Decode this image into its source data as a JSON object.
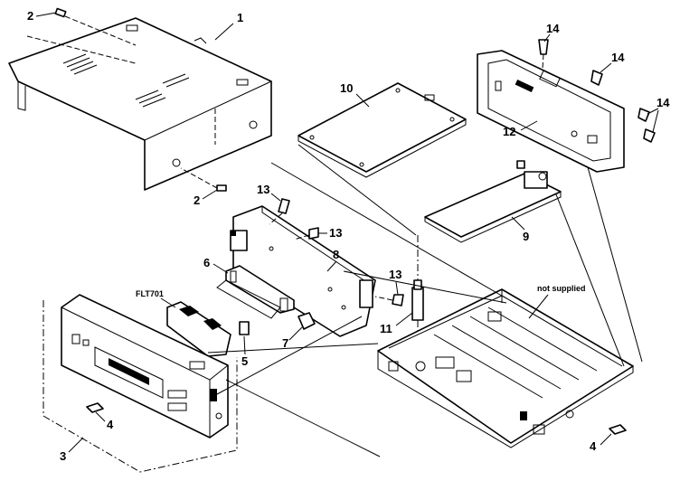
{
  "diagram": {
    "labels": {
      "l1": "1",
      "l2a": "2",
      "l2b": "2",
      "l3": "3",
      "l4a": "4",
      "l4b": "4",
      "l5": "5",
      "l6": "6",
      "l7": "7",
      "l8": "8",
      "l9": "9",
      "l10": "10",
      "l11": "11",
      "l12": "12",
      "l13a": "13",
      "l13b": "13",
      "l13c": "13",
      "l14a": "14",
      "l14b": "14",
      "l14c": "14",
      "flt": "FLT701",
      "notsupplied": "not supplied"
    }
  }
}
